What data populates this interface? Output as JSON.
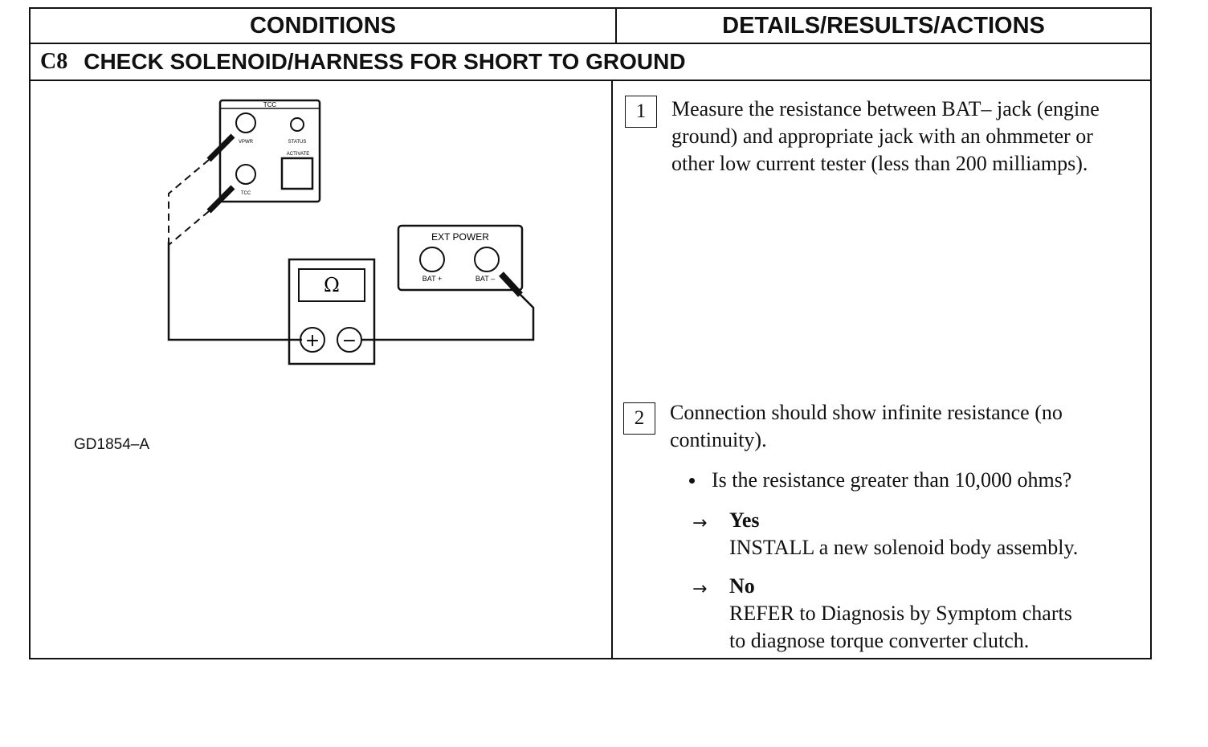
{
  "header": {
    "conditions": "CONDITIONS",
    "details": "DETAILS/RESULTS/ACTIONS"
  },
  "step": {
    "number": "C8",
    "title": "CHECK SOLENOID/HARNESS FOR SHORT TO GROUND"
  },
  "diagram": {
    "tcc_title": "TCC",
    "vpwr_label": "VPWR",
    "status_label": "STATUS",
    "activate_label": "ACTIVATE",
    "tcc_jack_label": "TCC",
    "ext_power_title": "EXT POWER",
    "bat_plus_label": "BAT +",
    "bat_minus_label": "BAT –",
    "meter_symbol": "Ω",
    "plus_symbol": "+",
    "minus_symbol": "−",
    "figure_id": "GD1854–A"
  },
  "actions": {
    "step1_num": "1",
    "step1_text": "Measure the resistance between BAT– jack (engine ground) and appropriate jack with an ohmmeter or other low current tester (less than 200 milliamps).",
    "step2_num": "2",
    "step2_text": "Connection should show infinite resistance (no continuity).",
    "question": "Is the resistance greater than 10,000 ohms?",
    "arrow_symbol": "→",
    "yes_label": "Yes",
    "yes_action": "INSTALL a new solenoid body assembly.",
    "no_label": "No",
    "no_action_1": "REFER to Diagnosis by Symptom charts",
    "no_action_2": "to diagnose torque converter clutch."
  }
}
